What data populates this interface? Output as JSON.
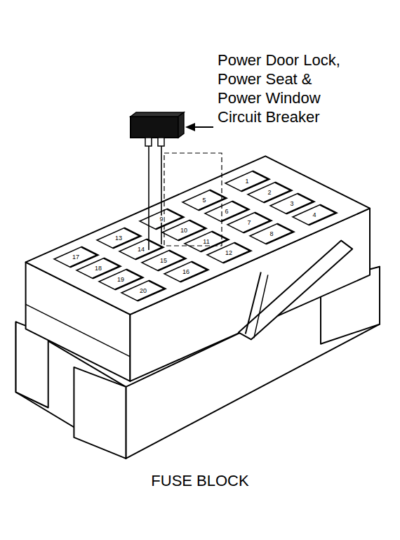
{
  "diagram": {
    "caption": "FUSE BLOCK",
    "labels": [
      "1",
      "2",
      "3",
      "4",
      "5",
      "6",
      "7",
      "8",
      "9",
      "10",
      "11",
      "12",
      "13",
      "14",
      "15",
      "16",
      "17",
      "18",
      "19",
      "20",
      "Power Door Lock, Power Seat & Power Window Circuit Breaker"
    ]
  }
}
